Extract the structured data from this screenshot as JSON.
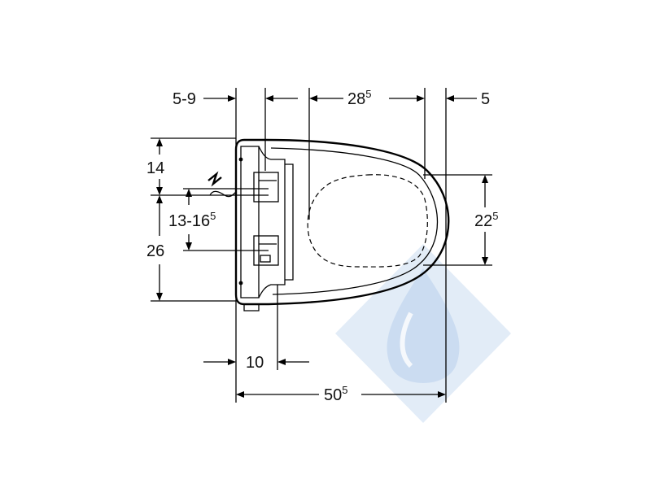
{
  "dimensions": {
    "d_5_9": {
      "text": "5-9"
    },
    "d_28_5": {
      "base": "28",
      "sup": "5"
    },
    "d_5": {
      "text": "5"
    },
    "d_14": {
      "text": "14"
    },
    "d_13_16_5": {
      "base": "13-16",
      "sup": "5"
    },
    "d_26": {
      "text": "26"
    },
    "d_22_5": {
      "base": "22",
      "sup": "5"
    },
    "d_10": {
      "text": "10"
    },
    "d_50_5": {
      "base": "50",
      "sup": "5"
    }
  },
  "icons": [
    "electrical-connection-icon",
    "water-drop-watermark-icon"
  ],
  "colors": {
    "line": "#000000",
    "watermark": "#cfe0f4"
  }
}
